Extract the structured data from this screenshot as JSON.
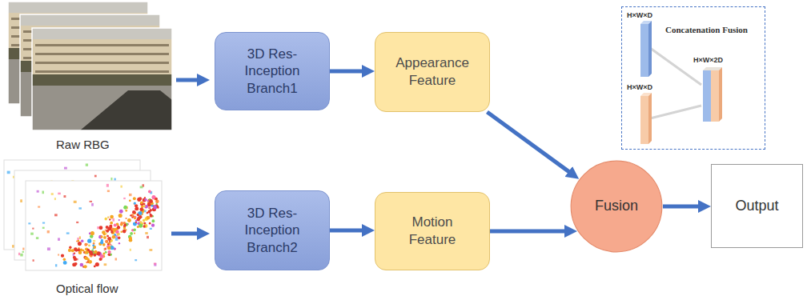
{
  "diagram": {
    "nodes": [
      {
        "text": [
          "3D Res- Inception Branch1"
        ]
      },
      {
        "text": [
          "Appearance Feature"
        ]
      },
      {
        "text": [
          "Concatenation Fusion"
        ]
      },
      {
        "text": [
          "3D Res- Inception Branch2"
        ]
      },
      {
        "text": [
          "Motion Feature"
        ]
      },
      {
        "text": [
          "Fusion"
        ]
      },
      {
        "text": [
          "Output"
        ]
      }
    ],
    "edges": [
      {
        "from": 0,
        "to": 1,
        "arrow": "to"
      },
      {
        "from": 1,
        "to": 5,
        "arrow": "to"
      },
      {
        "from": 3,
        "to": 4,
        "arrow": "to"
      },
      {
        "from": 4,
        "to": 5,
        "arrow": "to"
      },
      {
        "from": 5,
        "to": 6,
        "arrow": "to"
      }
    ],
    "labels": [
      "H×W×D",
      "H×W×2D",
      "H×W×D",
      "Raw RBG",
      "Optical flow"
    ]
  }
}
